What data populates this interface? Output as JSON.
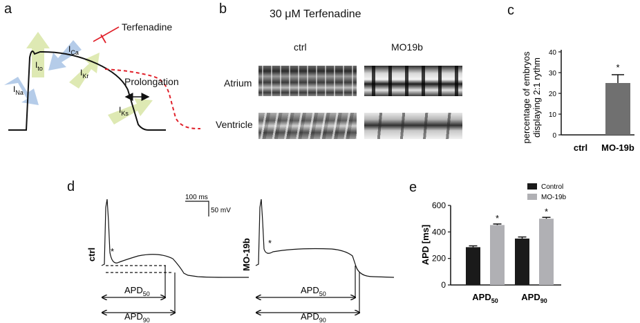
{
  "panel_labels": {
    "a": "a",
    "b": "b",
    "c": "c",
    "d": "d",
    "e": "e"
  },
  "panel_a": {
    "drug_label": "Terfenadine",
    "prolongation_label": "Prolongation",
    "currents": [
      {
        "main": "I",
        "sub": "Na"
      },
      {
        "main": "I",
        "sub": "to"
      },
      {
        "main": "I",
        "sub": "Ca"
      },
      {
        "main": "I",
        "sub": "Kr"
      },
      {
        "main": "I",
        "sub": "Ks"
      }
    ],
    "colors": {
      "inward": "#a9c4e6",
      "outward": "#d9e6a6",
      "prolonged": "#e0202a"
    }
  },
  "panel_b": {
    "title": "30 μM Terfenadine",
    "columns": [
      "ctrl",
      "MO19b"
    ],
    "rows": [
      "Atrium",
      "Ventricle"
    ]
  },
  "panel_c": {
    "chart_data": {
      "type": "bar",
      "categories": [
        "ctrl",
        "MO-19b"
      ],
      "values": [
        0,
        25
      ],
      "errors": [
        0,
        4
      ],
      "significance": [
        "",
        "*"
      ],
      "ylabel": "percentage of embryos displaying 2:1 rythm",
      "ylim": [
        0,
        40
      ],
      "yticks": [
        0,
        10,
        20,
        30,
        40
      ],
      "bar_color": "#707070"
    },
    "ytick_labels": [
      "0",
      "10",
      "20",
      "30",
      "40"
    ],
    "ylabel_line1": "percentage of embryos",
    "ylabel_line2": "displaying 2:1 rythm"
  },
  "panel_d": {
    "traces": [
      {
        "label": "ctrl",
        "annotation": "*"
      },
      {
        "label": "MO-19b",
        "annotation": "*"
      }
    ],
    "scale_time": "100 ms",
    "scale_voltage": "50 mV",
    "apd_labels": [
      {
        "main": "APD",
        "sub": "50"
      },
      {
        "main": "APD",
        "sub": "90"
      }
    ]
  },
  "panel_e": {
    "chart_data": {
      "type": "bar",
      "categories": [
        {
          "main": "APD",
          "sub": "50"
        },
        {
          "main": "APD",
          "sub": "90"
        }
      ],
      "series": [
        {
          "name": "Control",
          "values": [
            285,
            350
          ],
          "errors": [
            10,
            12
          ],
          "color": "#1a1a1a"
        },
        {
          "name": "MO-19b",
          "values": [
            452,
            500
          ],
          "errors": [
            8,
            10
          ],
          "color": "#b0b0b4"
        }
      ],
      "significance": [
        "*",
        "*"
      ],
      "ylabel": "APD [ms]",
      "ylim": [
        0,
        600
      ],
      "yticks": [
        0,
        200,
        400,
        600
      ],
      "legend": "top-left"
    },
    "ytick_labels": [
      "0",
      "200",
      "400",
      "600"
    ]
  }
}
